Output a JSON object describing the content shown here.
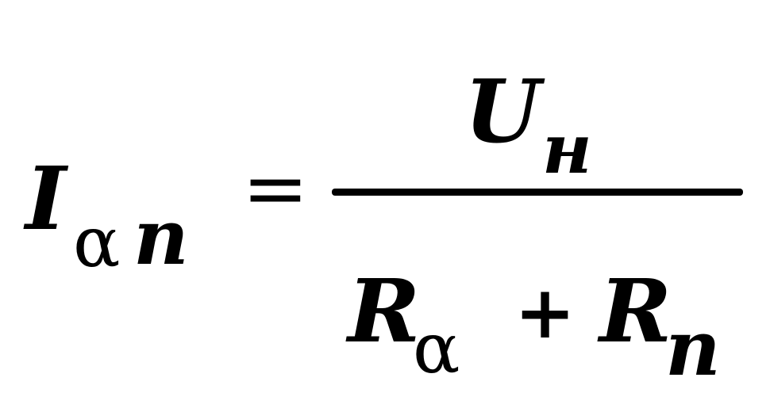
{
  "formula": {
    "lhs": {
      "symbol": "I",
      "subscript_1": "α",
      "subscript_2": "n"
    },
    "equals": "=",
    "numerator": {
      "symbol": "U",
      "subscript": "н"
    },
    "denominator": {
      "term_1": {
        "symbol": "R",
        "subscript": "α"
      },
      "operator": "+",
      "term_2": {
        "symbol": "R",
        "subscript": "n"
      }
    }
  }
}
